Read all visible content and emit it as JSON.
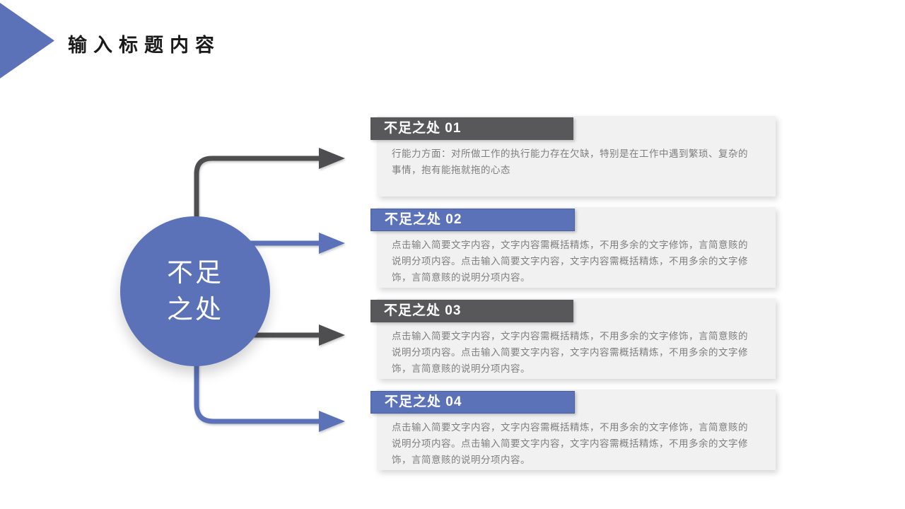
{
  "slide": {
    "title": "输入标题内容",
    "center": {
      "line1": "不足",
      "line2": "之处"
    },
    "items": [
      {
        "header": "不足之处 01",
        "accent": "dark",
        "body": "行能力方面：对所做工作的执行能力存在欠缺，特别是在工作中遇到繁琐、复杂的事情，抱有能拖就拖的心态"
      },
      {
        "header": "不足之处 02",
        "accent": "blue",
        "body": "点击输入简要文字内容，文字内容需概括精炼，不用多余的文字修饰，言简意赅的说明分项内容。点击输入简要文字内容，文字内容需概括精炼，不用多余的文字修饰，言简意赅的说明分项内容。"
      },
      {
        "header": "不足之处 03",
        "accent": "dark",
        "body": "点击输入简要文字内容，文字内容需概括精炼，不用多余的文字修饰，言简意赅的说明分项内容。点击输入简要文字内容，文字内容需概括精炼，不用多余的文字修饰，言简意赅的说明分项内容。"
      },
      {
        "header": "不足之处 04",
        "accent": "blue",
        "body": "点击输入简要文字内容，文字内容需概括精炼，不用多余的文字修饰，言简意赅的说明分项内容。点击输入简要文字内容，文字内容需概括精炼，不用多余的文字修饰，言简意赅的说明分项内容。"
      }
    ],
    "colors": {
      "accent_blue": "#5B72B8",
      "accent_blue_border": "#4763A8",
      "accent_dark": "#58585A",
      "arrow_dark": "#4E4E50",
      "card_background": "#F1F1F1",
      "body_text": "#7E7E7E",
      "header_text": "#FFFFFF",
      "title_text": "#1A1A1A"
    }
  }
}
